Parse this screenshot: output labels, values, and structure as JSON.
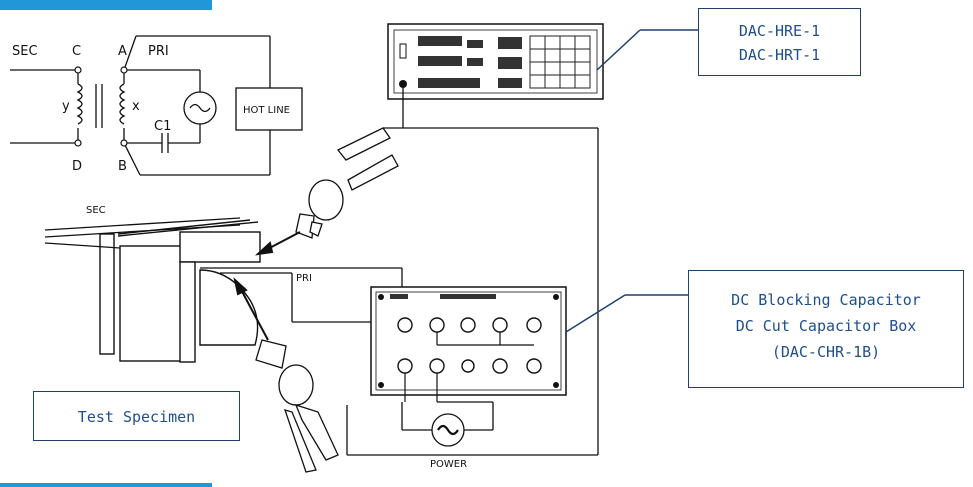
{
  "schematic": {
    "sec_label": "SEC",
    "pri_label": "PRI",
    "terminal_c": "C",
    "terminal_a": "A",
    "terminal_d": "D",
    "terminal_b": "B",
    "winding_y": "y",
    "winding_x": "x",
    "capacitor": "C1",
    "hot_line": "HOT LINE"
  },
  "specimen_labels": {
    "sec": "SEC",
    "pri": "PRI"
  },
  "power_label": "POWER",
  "callouts": {
    "dac_line1": "DAC-HRE-1",
    "dac_line2": "DAC-HRT-1",
    "dcb_line1": "DC Blocking Capacitor",
    "dcb_line2": "DC Cut Capacitor Box",
    "dcb_line3": "(DAC-CHR-1B)",
    "specimen": "Test Specimen"
  },
  "colors": {
    "accent_bar": "#2196d8",
    "callout_border": "#1f3f6d",
    "callout_text": "#1f4f8f"
  }
}
